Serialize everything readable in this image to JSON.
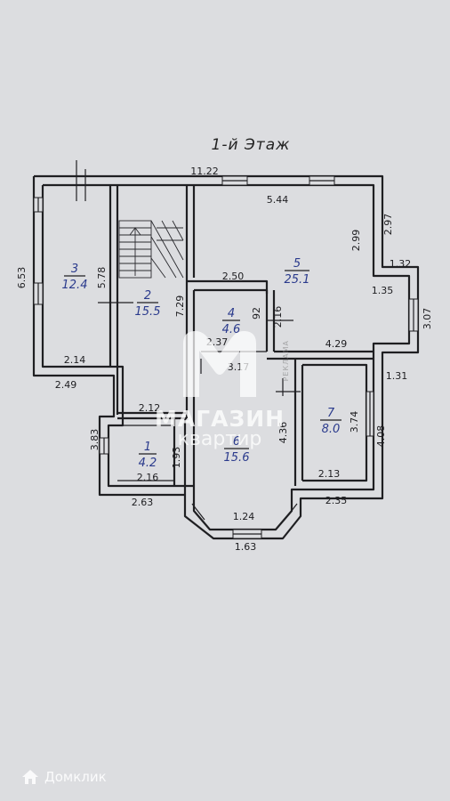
{
  "title": "1-й Этаж",
  "dimensions": {
    "overall_width": "11.22",
    "top_room5": "5.44",
    "left_height": "6.53",
    "room3_height": "5.78",
    "room3_bottom": "2.14",
    "left_lower": "2.49",
    "stair_height": "7.29",
    "room4_top": "2.50",
    "room4_a": "92",
    "room4_b": "2.16",
    "room4_c": "2.37",
    "room4_d": "3.17",
    "room5_right": "2.99",
    "right_top": "2.97",
    "right_step": "1.32",
    "room5_side": "1.35",
    "bay_right": "3.07",
    "room5_bottom": "4.29",
    "right_lower_step": "1.31",
    "room1_top": "2.12",
    "room1_left": "3.83",
    "room1_right": "1.93",
    "room1_bottom": "2.16",
    "bottom_left": "2.63",
    "room6_side": "4.36",
    "room7_height": "3.74",
    "room7_right": "4.08",
    "room7_bottom": "2.13",
    "bottom_right": "2.35",
    "bay_inner": "1.24",
    "bay_outer": "1.63"
  },
  "rooms": {
    "r1": {
      "num": "1",
      "area": "4.2"
    },
    "r2": {
      "num": "2",
      "area": "15.5"
    },
    "r3": {
      "num": "3",
      "area": "12.4"
    },
    "r4": {
      "num": "4",
      "area": "4.6"
    },
    "r5": {
      "num": "5",
      "area": "25.1"
    },
    "r6": {
      "num": "6",
      "area": "15.6"
    },
    "r7": {
      "num": "7",
      "area": "8.0"
    }
  },
  "watermark": {
    "line1": "МАГАЗИН",
    "line2": "квартир",
    "ad": "РЕКЛАМА"
  },
  "brand": {
    "name": "Домклик"
  },
  "colors": {
    "background": "#dcdde0",
    "ink": "#1f1f22",
    "room_label": "#2a3a8c"
  }
}
